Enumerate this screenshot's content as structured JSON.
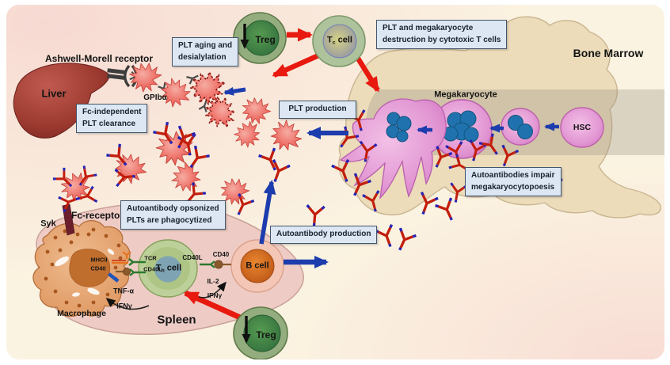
{
  "palette": {
    "box_fill": "#dce7f3",
    "box_border": "#44566b",
    "arrow_blue": "#1d3cad",
    "arrow_red": "#e8190f",
    "arrow_black": "#111111",
    "platelet_red": "#e25047",
    "antibody_red": "#c21e0c",
    "antibody_blue": "#2722b0",
    "bone_beige": "#ecdcba",
    "spleen_pink": "#eeccc5",
    "liver_red": "#8c2d26",
    "treg_green": "#3c7a42",
    "megakaryocyte_pink": "#d478c4"
  },
  "labels": {
    "ashwell_morell": "Ashwell-Morell receptor",
    "liver": "Liver",
    "gpiba": "GPIbα",
    "bone_marrow": "Bone Marrow",
    "megakaryocyte": "Megakaryocyte",
    "hsc": "HSC",
    "syk": "Syk",
    "fc_receptor": "Fc-receptor",
    "macrophage": "Macrophage",
    "spleen": "Spleen",
    "mhcii": "MHCII",
    "cd40_left": "CD40",
    "tcr": "TCR",
    "cd40l_left": "CD40L",
    "cd40l_right": "CD40L",
    "cd40_right": "CD40",
    "b_cell": "B cell",
    "tnf_alpha": "TNF-α",
    "ifng_left": "IFNγ",
    "il2": "IL-2",
    "ifng_right": "IFNγ",
    "treg_top": "Treg",
    "treg_bottom": "Treg",
    "tc": {
      "pre": "T",
      "sub": "c",
      "post": " cell"
    },
    "th": {
      "pre": "T",
      "sub": "h",
      "post": " cell"
    }
  },
  "boxes": {
    "plt_aging": {
      "line1": "PLT aging and",
      "line2": "desialylation"
    },
    "plt_destruction": {
      "line1": "PLT and megakaryocyte",
      "line2": "destruction by cytotoxic T cells"
    },
    "fc_independent": {
      "line1": "Fc-independent",
      "line2": "PLT clearance"
    },
    "plt_production": {
      "line1": "PLT production"
    },
    "autoantibodies_impair": {
      "line1": "Autoantibodies impair",
      "line2": "megakaryocytopoesis"
    },
    "autoantibody_opsonized": {
      "line1": "Autoantibody opsonized",
      "line2": "PLTs are phagocytized"
    },
    "autoantibody_production": {
      "line1": "Autoantibody production"
    }
  },
  "figures": {
    "platelets": [
      [
        182,
        98,
        10,
        1,
        0
      ],
      [
        220,
        117,
        45,
        0.95,
        0
      ],
      [
        261,
        112,
        0,
        1.1,
        1
      ],
      [
        277,
        141,
        80,
        1,
        1
      ],
      [
        322,
        140,
        20,
        0.9,
        0
      ],
      [
        312,
        171,
        -30,
        0.85,
        0
      ],
      [
        360,
        171,
        60,
        1,
        0
      ],
      [
        219,
        188,
        0,
        1.15,
        0
      ],
      [
        163,
        213,
        30,
        1,
        0
      ],
      [
        235,
        225,
        -45,
        0.95,
        0
      ],
      [
        295,
        242,
        15,
        0.9,
        0
      ],
      [
        95,
        237,
        -20,
        0.95,
        0
      ]
    ],
    "antibodies": [
      [
        207,
        167,
        -35,
        1
      ],
      [
        233,
        171,
        25,
        1
      ],
      [
        148,
        195,
        -40,
        1
      ],
      [
        154,
        224,
        -95,
        0.95
      ],
      [
        237,
        179,
        -10,
        1
      ],
      [
        251,
        197,
        35,
        1
      ],
      [
        247,
        243,
        40,
        0.95
      ],
      [
        308,
        256,
        25,
        0.95
      ],
      [
        340,
        199,
        -25,
        1
      ],
      [
        353,
        213,
        20,
        1
      ],
      [
        398,
        268,
        5,
        1
      ],
      [
        432,
        213,
        -20,
        1
      ],
      [
        455,
        231,
        25,
        1
      ],
      [
        470,
        251,
        -15,
        0.95
      ],
      [
        452,
        149,
        -15,
        0.95
      ],
      [
        440,
        172,
        35,
        0.95
      ],
      [
        464,
        188,
        10,
        0.95
      ],
      [
        540,
        254,
        20,
        1
      ],
      [
        563,
        262,
        -25,
        1
      ],
      [
        578,
        240,
        10,
        0.9
      ],
      [
        558,
        196,
        25,
        0.95
      ],
      [
        575,
        189,
        -15,
        0.95
      ],
      [
        602,
        187,
        15,
        0.95
      ],
      [
        618,
        181,
        -35,
        0.95
      ],
      [
        642,
        194,
        20,
        0.95
      ],
      [
        655,
        222,
        -10,
        0.9
      ],
      [
        698,
        231,
        15,
        0.95
      ],
      [
        487,
        295,
        -20,
        1
      ],
      [
        512,
        300,
        25,
        1
      ],
      [
        578,
        207,
        -60,
        0.9
      ],
      [
        79,
        224,
        -45,
        0.9
      ],
      [
        110,
        221,
        35,
        0.9
      ],
      [
        113,
        247,
        75,
        0.9
      ],
      [
        84,
        256,
        -110,
        0.9
      ]
    ],
    "grey_receptors": [
      [
        171,
        97,
        -75
      ],
      [
        207,
        112,
        -30
      ],
      [
        243,
        99,
        -115
      ],
      [
        258,
        134,
        -160
      ]
    ]
  }
}
